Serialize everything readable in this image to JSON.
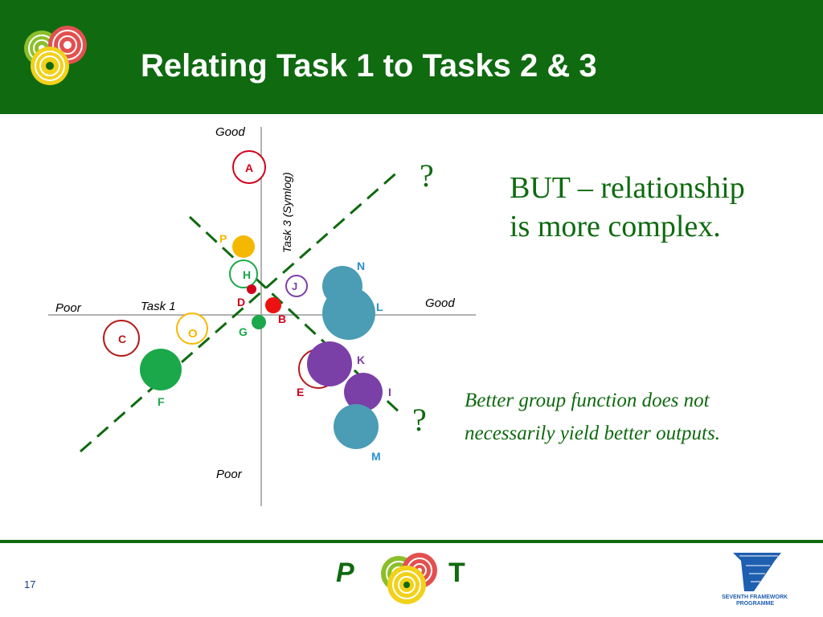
{
  "slide": {
    "title": "Relating Task 1 to Tasks 2 & 3",
    "page_number": "17"
  },
  "diagram": {
    "y_axis_top": "Good",
    "y_axis_bottom": "Poor",
    "y_axis_name": "Task 3 (Symlog)",
    "x_axis_left": "Poor",
    "x_axis_right": "Good",
    "x_axis_name": "Task 1",
    "question_marks": [
      "?",
      "?"
    ],
    "groups": [
      {
        "id": "A",
        "color": "#d0021b",
        "style": "ring"
      },
      {
        "id": "P",
        "color": "#f5b800",
        "style": "filled"
      },
      {
        "id": "H",
        "color": "#1aa84a",
        "style": "ring"
      },
      {
        "id": "D",
        "color": "#d0021b",
        "style": "filled"
      },
      {
        "id": "J",
        "color": "#7b3fa8",
        "style": "ring"
      },
      {
        "id": "B",
        "color": "#d0021b",
        "style": "filled"
      },
      {
        "id": "G",
        "color": "#1aa84a",
        "style": "filled"
      },
      {
        "id": "O",
        "color": "#f5b800",
        "style": "ring"
      },
      {
        "id": "C",
        "color": "#b51c1c",
        "style": "ring"
      },
      {
        "id": "F",
        "color": "#1aa84a",
        "style": "filled"
      },
      {
        "id": "N",
        "color": "#4b9cb5",
        "style": "filled"
      },
      {
        "id": "L",
        "color": "#4b9cb5",
        "style": "filled"
      },
      {
        "id": "K",
        "color": "#7b3fa8",
        "style": "filled"
      },
      {
        "id": "E",
        "color": "#b51c1c",
        "style": "ring"
      },
      {
        "id": "I",
        "color": "#7b3fa8",
        "style": "filled"
      },
      {
        "id": "M",
        "color": "#4b9cb5",
        "style": "filled"
      }
    ]
  },
  "notes": {
    "main": "BUT – relationship is more complex.",
    "sub": "Better group function  does not necessarily yield better outputs."
  },
  "footer": {
    "logo_letters": [
      "P",
      "T"
    ],
    "fp7_line1": "SEVENTH FRAMEWORK",
    "fp7_line2": "PROGRAMME"
  },
  "colors": {
    "brand_green": "#0f6a10",
    "dash_green": "#0f6a10",
    "axis_gray": "#888888"
  }
}
